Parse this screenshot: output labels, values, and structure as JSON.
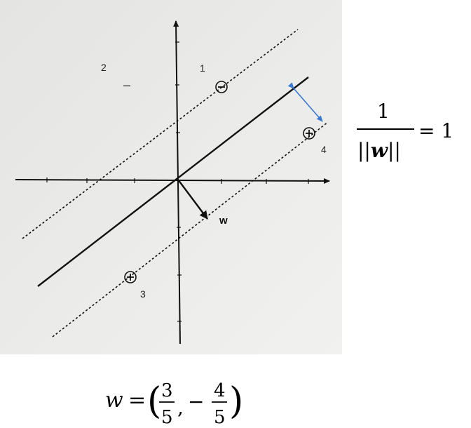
{
  "figure": {
    "region_labels": [
      "1",
      "2",
      "3",
      "4"
    ],
    "negative_sign": "–",
    "vector_label": "w",
    "points": [
      {
        "id": "1",
        "sign": "−",
        "x": 1.4,
        "y": 2.3
      },
      {
        "id": "3",
        "sign": "+",
        "x": -1.6,
        "y": -2.5
      },
      {
        "id": "4",
        "sign": "+",
        "x": 4.3,
        "y": 1.15
      }
    ],
    "vector_w": [
      0.6,
      -0.8
    ]
  },
  "equation_margin": {
    "numerator": "1",
    "denominator_prefix": "||",
    "denominator_var": "w",
    "denominator_suffix": "||",
    "rhs": "= 1"
  },
  "equation_w": {
    "lhs": "w",
    "equals": "=",
    "open_paren": "(",
    "num1": "3",
    "den1": "5",
    "comma": ",",
    "sign2": "−",
    "num2": "4",
    "den2": "5",
    "close_paren": ")"
  },
  "colors": {
    "paper": "#e9e9e7",
    "ink": "#111111",
    "margin_arrow": "#3a78d6"
  }
}
